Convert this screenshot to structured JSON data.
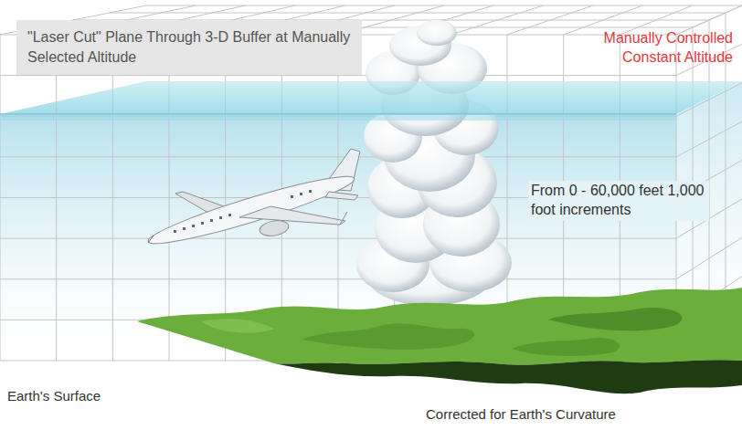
{
  "diagram": {
    "nodes": [
      {
        "text": [
          "\"Laser Cut\" Plane Through 3-D Buffer at Manually Selected Altitude"
        ]
      }
    ],
    "labels": [
      "Manually Controlled Constant Altitude",
      "From 0 - 60,000 feet 1,000 foot increments",
      "Earth's Surface",
      "Corrected for Earth's Curvature"
    ]
  }
}
